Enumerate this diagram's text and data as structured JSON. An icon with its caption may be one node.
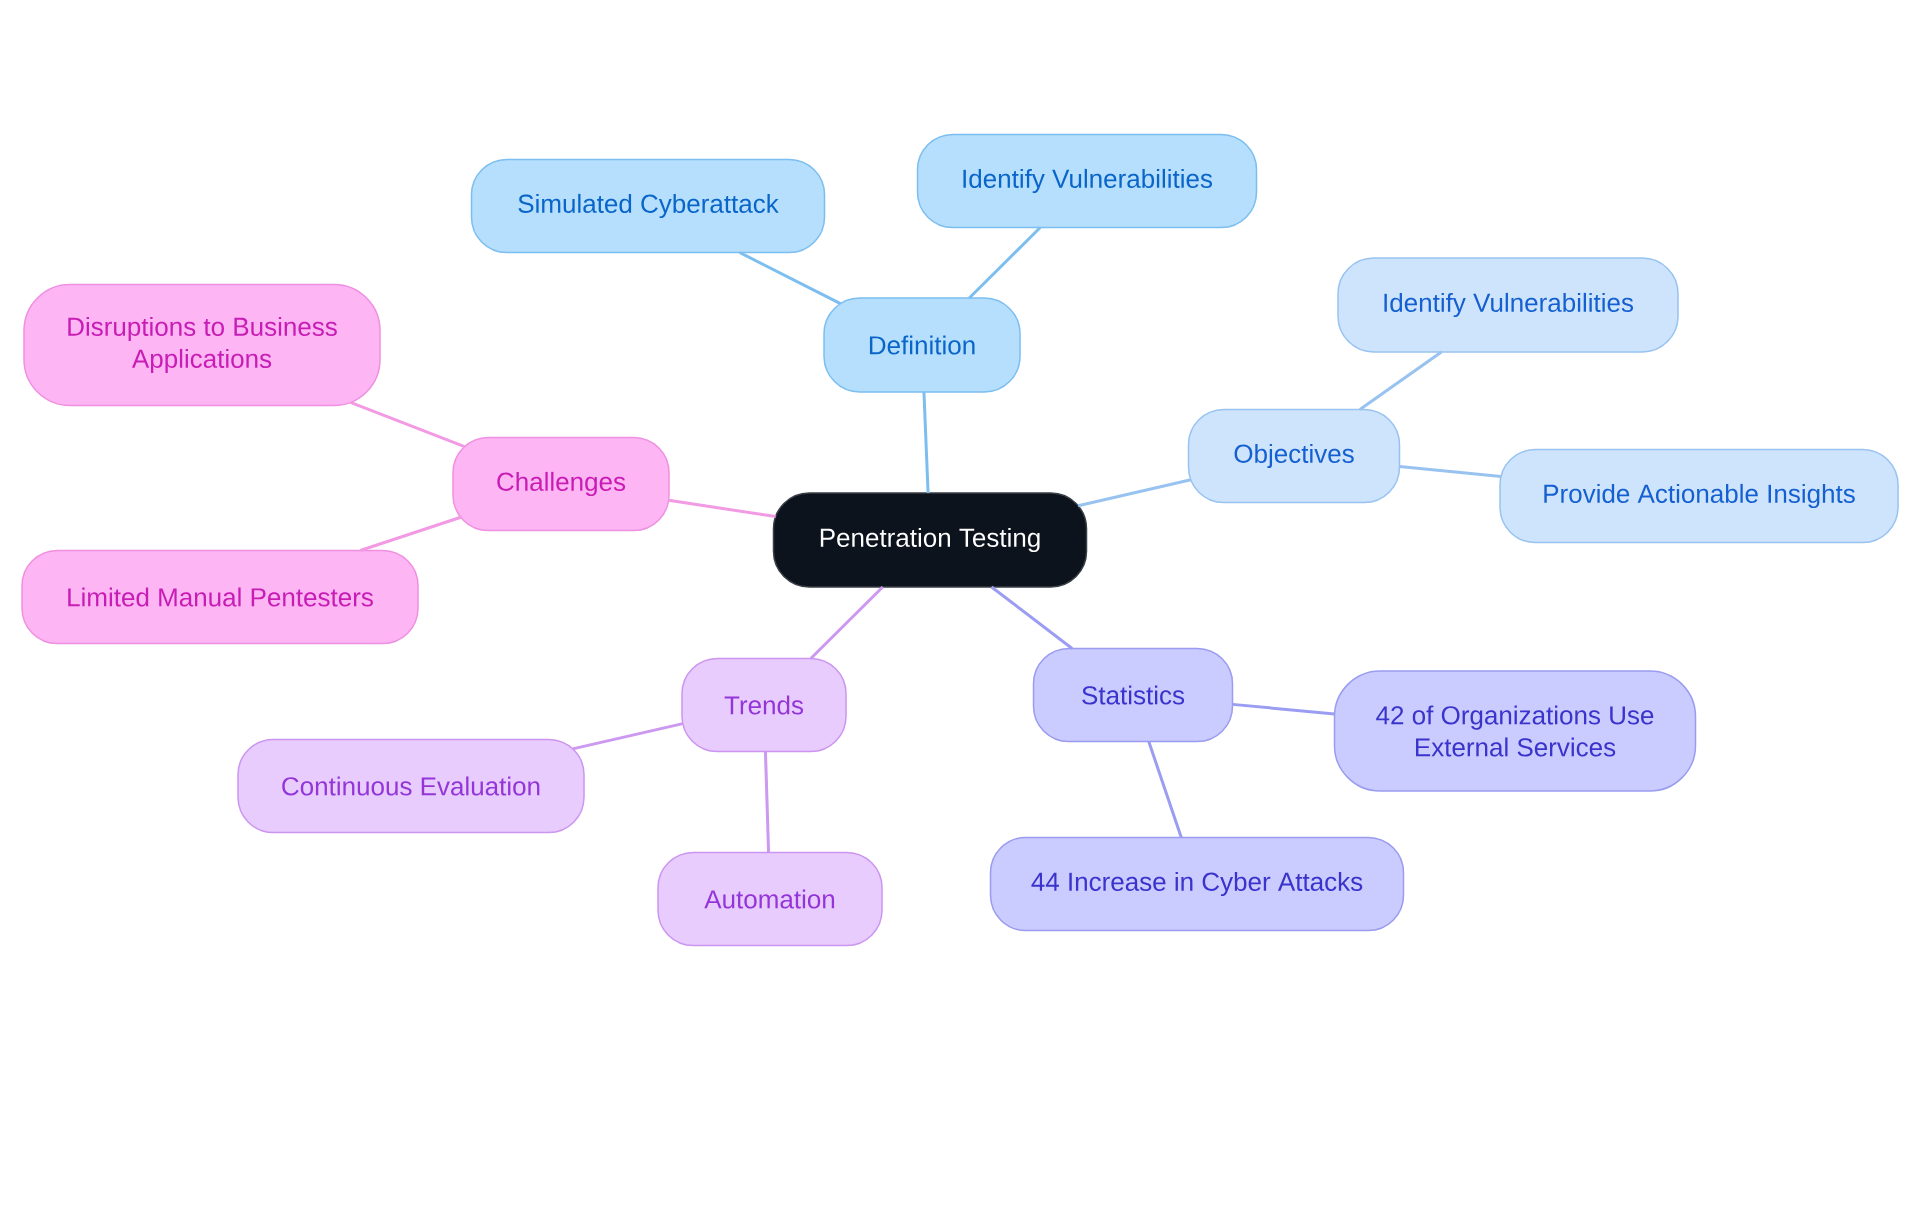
{
  "diagram": {
    "nodes": [
      {
        "text": [
          "Penetration Testing"
        ]
      },
      {
        "text": [
          "Definition"
        ]
      },
      {
        "text": [
          "Simulated Cyberattack"
        ]
      },
      {
        "text": [
          "Identify Vulnerabilities"
        ]
      },
      {
        "text": [
          "Objectives"
        ]
      },
      {
        "text": [
          "Identify Vulnerabilities"
        ]
      },
      {
        "text": [
          "Provide Actionable Insights"
        ]
      },
      {
        "text": [
          "Statistics"
        ]
      },
      {
        "text": [
          "42 of Organizations Use External Services"
        ]
      },
      {
        "text": [
          "44 Increase in Cyber Attacks"
        ]
      },
      {
        "text": [
          "Trends"
        ]
      },
      {
        "text": [
          "Continuous Evaluation"
        ]
      },
      {
        "text": [
          "Automation"
        ]
      },
      {
        "text": [
          "Challenges"
        ]
      },
      {
        "text": [
          "Disruptions to Business Applications"
        ]
      },
      {
        "text": [
          "Limited Manual Pentesters"
        ]
      }
    ],
    "edges": [
      {
        "from": 0,
        "to": 1,
        "arrow": "none",
        "color": "#7cbef0"
      },
      {
        "from": 1,
        "to": 2,
        "arrow": "none",
        "color": "#7cbef0"
      },
      {
        "from": 1,
        "to": 3,
        "arrow": "none",
        "color": "#7cbef0"
      },
      {
        "from": 0,
        "to": 4,
        "arrow": "none",
        "color": "#98c2f0"
      },
      {
        "from": 4,
        "to": 5,
        "arrow": "none",
        "color": "#98c2f0"
      },
      {
        "from": 4,
        "to": 6,
        "arrow": "none",
        "color": "#98c2f0"
      },
      {
        "from": 0,
        "to": 7,
        "arrow": "none",
        "color": "#9b9df2"
      },
      {
        "from": 7,
        "to": 8,
        "arrow": "none",
        "color": "#9b9df2"
      },
      {
        "from": 7,
        "to": 9,
        "arrow": "none",
        "color": "#9b9df2"
      },
      {
        "from": 0,
        "to": 10,
        "arrow": "none",
        "color": "#cc98f0"
      },
      {
        "from": 10,
        "to": 11,
        "arrow": "none",
        "color": "#cc98f0"
      },
      {
        "from": 10,
        "to": 12,
        "arrow": "none",
        "color": "#cc98f0"
      },
      {
        "from": 0,
        "to": 13,
        "arrow": "none",
        "color": "#f29ae3"
      },
      {
        "from": 13,
        "to": 14,
        "arrow": "none",
        "color": "#f29ae3"
      },
      {
        "from": 13,
        "to": 15,
        "arrow": "none",
        "color": "#f29ae3"
      }
    ]
  }
}
